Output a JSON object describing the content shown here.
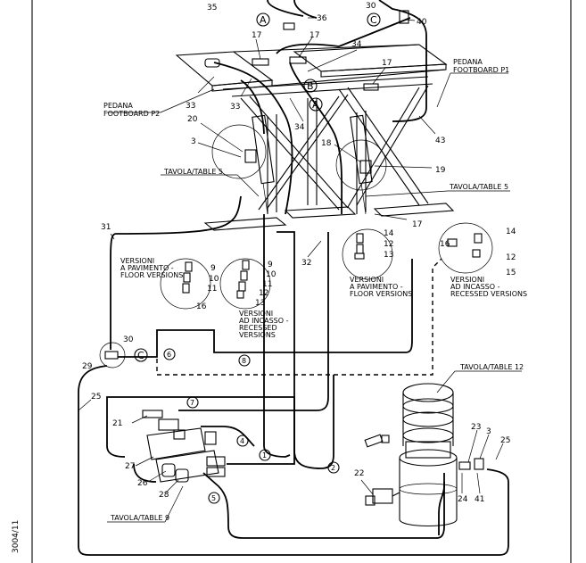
{
  "doc_code": "3004/11",
  "labels": {
    "pedana_p2": [
      "PEDANA",
      "FOOTBOARD P2"
    ],
    "pedana_p1": [
      "PEDANA",
      "FOOTBOARD P1"
    ],
    "table5_left": "TAVOLA/TABLE 5",
    "table5_right": "TAVOLA/TABLE 5",
    "table12": "TAVOLA/TABLE 12",
    "table9": "TAVOLA/TABLE 9",
    "floor_left": [
      "VERSIONI",
      "A PAVIMENTO -",
      "FLOOR VERSIONS"
    ],
    "recessed_mid": [
      "VERSIONI",
      "AD INCASSO -",
      "RECESSED",
      "VERSIONS"
    ],
    "floor_right": [
      "VERSIONI",
      "A PAVIMENTO -",
      "FLOOR VERSIONS"
    ],
    "recessed_right": [
      "VERSIONI",
      "AD INCASSO -",
      "RECESSED VERSIONS"
    ]
  },
  "circled_letters": [
    "A",
    "A",
    "B",
    "C",
    "C"
  ],
  "circled_numbers": [
    "1",
    "2",
    "4",
    "5",
    "6",
    "7",
    "8"
  ],
  "part_numbers": {
    "top": [
      "35",
      "36",
      "30",
      "40",
      "17",
      "17",
      "34",
      "17",
      "33",
      "33",
      "34",
      "43",
      "20",
      "3",
      "18",
      "19",
      "17"
    ],
    "left_floor": [
      "9",
      "10",
      "11",
      "16"
    ],
    "mid_recessed": [
      "9",
      "10",
      "11",
      "12",
      "13"
    ],
    "right_floor": [
      "14",
      "12",
      "13"
    ],
    "right_recessed": [
      "16",
      "14",
      "12",
      "15"
    ],
    "side": [
      "31",
      "32",
      "30",
      "29",
      "25"
    ],
    "bottom": [
      "21",
      "27",
      "26",
      "28",
      "22",
      "23",
      "3",
      "25",
      "24",
      "41"
    ]
  }
}
